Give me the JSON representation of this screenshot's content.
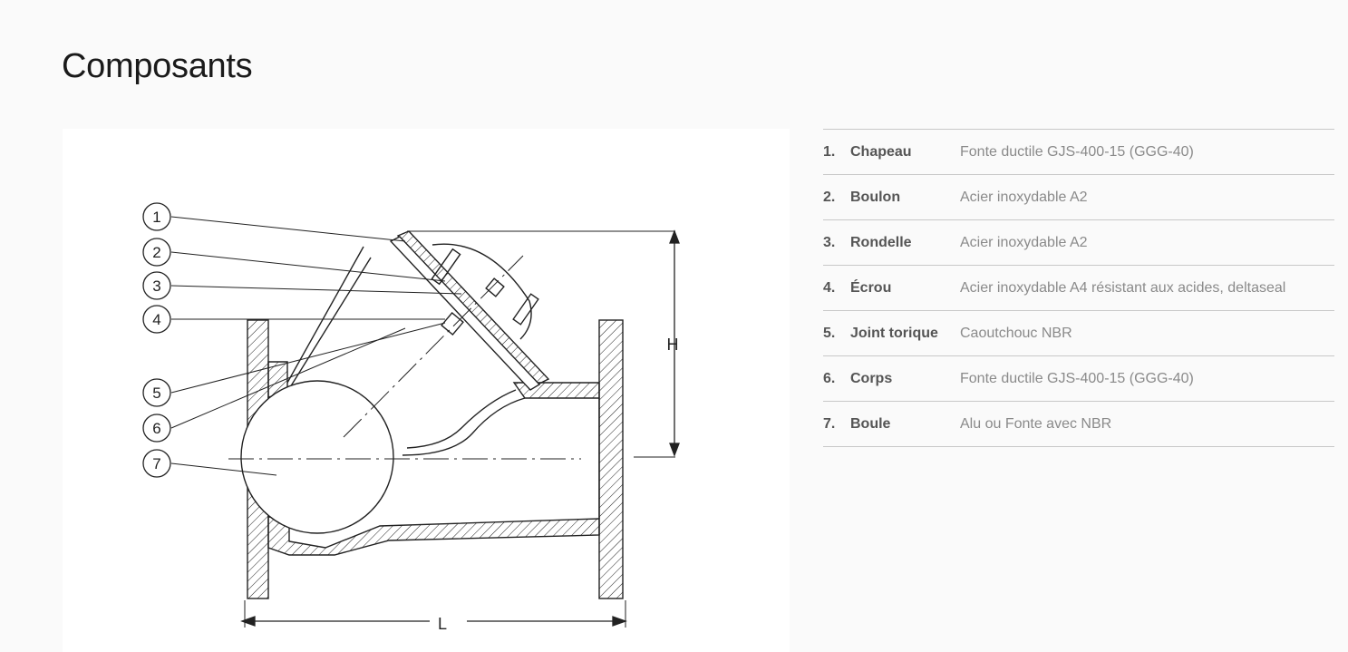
{
  "page": {
    "title": "Composants"
  },
  "drawing": {
    "callouts": [
      "1",
      "2",
      "3",
      "4",
      "5",
      "6",
      "7"
    ],
    "dimension_height_label": "H",
    "dimension_length_label": "L"
  },
  "components": [
    {
      "number": "1.",
      "name": "Chapeau",
      "material": "Fonte ductile GJS-400-15 (GGG-40)"
    },
    {
      "number": "2.",
      "name": "Boulon",
      "material": "Acier inoxydable A2"
    },
    {
      "number": "3.",
      "name": "Rondelle",
      "material": "Acier inoxydable A2"
    },
    {
      "number": "4.",
      "name": "Écrou",
      "material": "Acier inoxydable A4 résistant aux acides, deltaseal"
    },
    {
      "number": "5.",
      "name": "Joint torique",
      "material": "Caoutchouc NBR"
    },
    {
      "number": "6.",
      "name": "Corps",
      "material": "Fonte ductile GJS-400-15 (GGG-40)"
    },
    {
      "number": "7.",
      "name": "Boule",
      "material": "Alu ou Fonte avec NBR"
    }
  ]
}
